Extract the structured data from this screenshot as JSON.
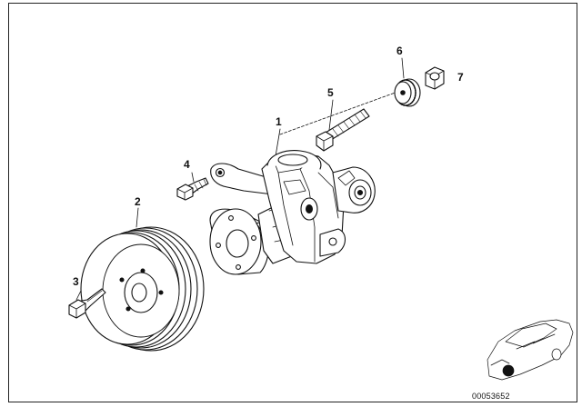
{
  "callouts": {
    "part_1": "1",
    "part_2": "2",
    "part_3": "3",
    "part_4": "4",
    "part_5": "5",
    "part_6": "6",
    "part_7": "7"
  },
  "diagram_id": "00053652",
  "colors": {
    "line": "#111111",
    "fill": "#ffffff",
    "shade": "#d8d8d8",
    "dark": "#111111"
  }
}
